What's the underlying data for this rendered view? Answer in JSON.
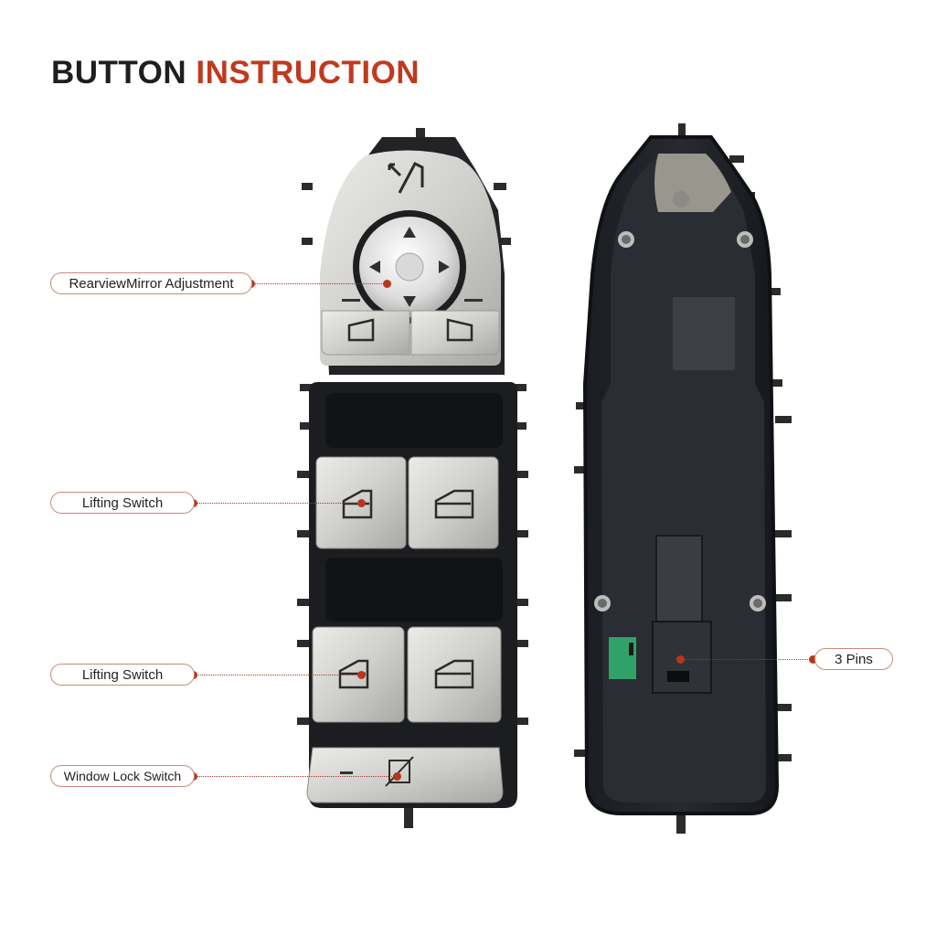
{
  "title": {
    "word1": "BUTTON",
    "word2": "INSTRUCTION"
  },
  "callouts": {
    "mirror": "RearviewMirror Adjustment",
    "lifting_front": "Lifting Switch",
    "lifting_rear": "Lifting Switch",
    "lock": "Window Lock Switch",
    "pins": "3 Pins"
  },
  "colors": {
    "accent": "#c03a1e",
    "dark": "#1e1e1e",
    "silver": "#cfcfcc"
  }
}
